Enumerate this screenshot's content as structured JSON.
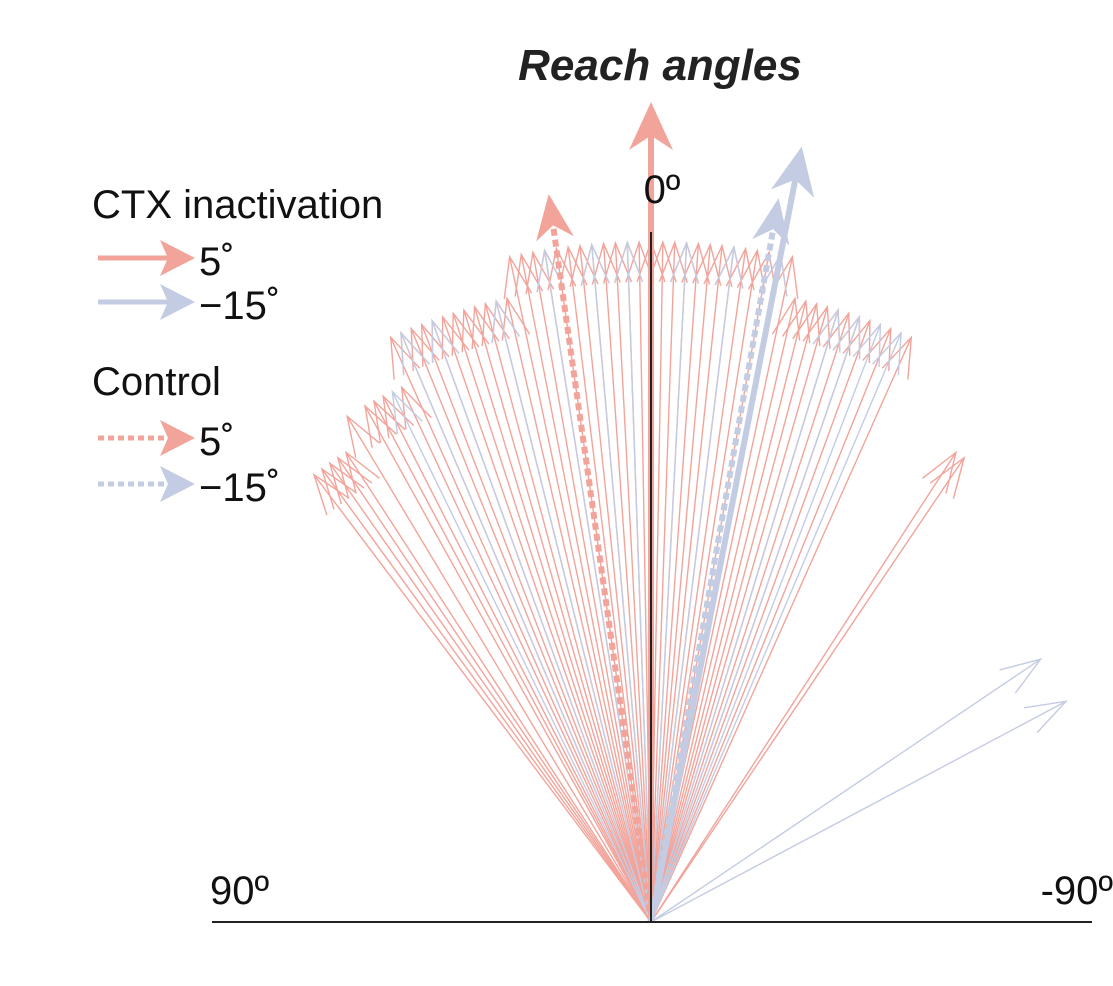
{
  "chart_data": {
    "type": "vector-fan",
    "title": "Reach angles",
    "labels": {
      "top": "0º",
      "left": "90º",
      "right": "-90º"
    },
    "angle_range": [
      -90,
      90
    ],
    "colors": {
      "ctx_5": "#f2a49b",
      "ctx_neg15": "#c3cce2",
      "axis": "#222222"
    },
    "legend": [
      {
        "heading": "CTX inactivation",
        "entries": [
          {
            "label": "5˚",
            "color": "#f2a49b",
            "style": "solid"
          },
          {
            "label": "−15˚",
            "color": "#c3cce2",
            "style": "solid"
          }
        ]
      },
      {
        "heading": "Control",
        "entries": [
          {
            "label": "5˚",
            "color": "#f2a49b",
            "style": "dashed"
          },
          {
            "label": "−15˚",
            "color": "#c3cce2",
            "style": "dashed"
          }
        ]
      }
    ],
    "series": [
      {
        "name": "CTX inactivation 5˚",
        "color": "#f2a49b",
        "style": "thin",
        "angles": [
          37,
          36,
          35,
          34,
          33,
          31,
          29,
          28,
          27,
          25,
          24,
          23,
          22,
          21,
          20,
          19,
          18,
          17,
          16,
          15,
          14,
          13,
          12,
          11,
          10,
          9,
          8,
          7,
          6,
          5,
          4,
          3,
          2,
          1,
          0,
          -1,
          -2,
          -3,
          -4,
          -5,
          -6,
          -7,
          -8,
          -9,
          -10,
          -11,
          -12,
          -13,
          -14,
          -15,
          -16,
          -17,
          -18,
          -19,
          -20,
          -22,
          -24,
          -33,
          -34
        ]
      },
      {
        "name": "CTX inactivation −15˚",
        "color": "#c3cce2",
        "style": "thin",
        "angles": [
          26,
          23,
          20,
          14,
          9,
          5,
          2,
          -3,
          -7,
          -11,
          -17,
          -19,
          -21,
          -23,
          -56,
          -62
        ]
      },
      {
        "name": "Control 5˚ mean",
        "color": "#f2a49b",
        "style": "dashed",
        "angles": [
          8
        ]
      },
      {
        "name": "Control −15˚ mean",
        "color": "#c3cce2",
        "style": "dashed",
        "angles": [
          -10
        ]
      },
      {
        "name": "CTX 5˚ mean",
        "color": "#f2a49b",
        "style": "bold",
        "angles": [
          0
        ]
      },
      {
        "name": "CTX −15˚ mean",
        "color": "#c3cce2",
        "style": "bold",
        "angles": [
          -11
        ]
      }
    ]
  }
}
